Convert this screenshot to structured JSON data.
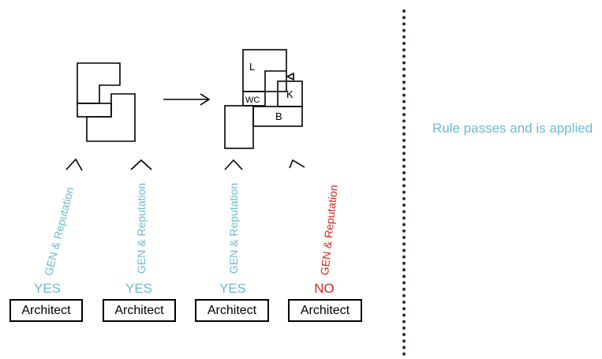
{
  "colors": {
    "pass": "#6fb8cf",
    "fail": "#d7261e",
    "line": "#000000",
    "divider": "#3a2a22"
  },
  "plan_labels": {
    "living": "L",
    "wc": "WC",
    "kitchen": "K",
    "bedroom": "B"
  },
  "agents": [
    {
      "role": "Architect",
      "criteria": "GEN & Reputation",
      "verdict": "YES",
      "status": "pass"
    },
    {
      "role": "Architect",
      "criteria": "GEN & Reputation",
      "verdict": "YES",
      "status": "pass"
    },
    {
      "role": "Architect",
      "criteria": "GEN & Reputation",
      "verdict": "YES",
      "status": "pass"
    },
    {
      "role": "Architect",
      "criteria": "GEN & Reputation",
      "verdict": "NO",
      "status": "fail"
    }
  ],
  "result_note": "Rule passes and is applied"
}
